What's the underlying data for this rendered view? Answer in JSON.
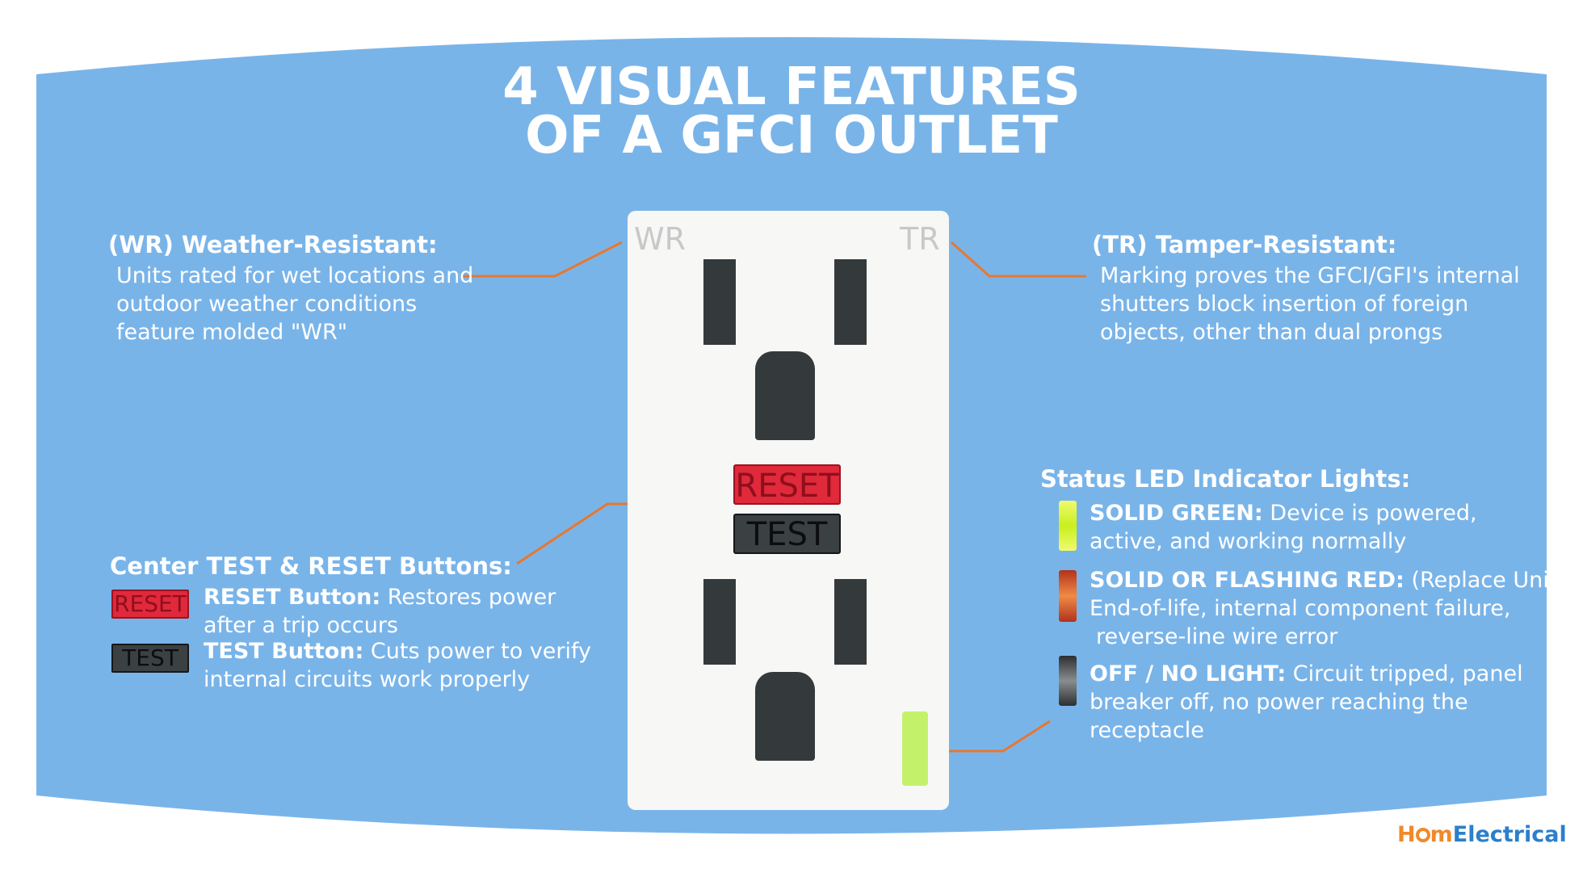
{
  "title": {
    "line1": "4 VISUAL FEATURES",
    "line2": "OF A GFCI OUTLET"
  },
  "weather_resistant": {
    "heading": "(WR) Weather-Resistant:",
    "lines": [
      "Units rated for wet locations and",
      "outdoor weather conditions",
      "feature molded \"WR\""
    ]
  },
  "tamper_resistant": {
    "heading": "(TR) Tamper-Resistant:",
    "lines": [
      "Marking proves the GFCI/GFI's internal",
      "shutters block insertion of foreign",
      "objects, other than dual prongs"
    ]
  },
  "buttons_section": {
    "heading": "Center TEST & RESET Buttons:",
    "reset_badge": "RESET",
    "reset_label": "RESET Button:",
    "reset_desc_1": "Restores power",
    "reset_desc_2": "after a trip occurs",
    "test_badge": "TEST",
    "test_label": "TEST Button:",
    "test_desc_1": "Cuts power to verify",
    "test_desc_2": "internal circuits work properly"
  },
  "outlet": {
    "wr_mark": "WR",
    "tr_mark": "TR",
    "reset_button": "RESET",
    "test_button": "TEST",
    "led_color": "#c3f26a"
  },
  "led_section": {
    "heading": "Status LED Indicator Lights:",
    "green": {
      "label": "SOLID GREEN:",
      "desc_1": "Device is powered,",
      "desc_2": "active, and working normally",
      "color": "#d8f53a"
    },
    "red": {
      "label": "SOLID OR FLASHING RED:",
      "note": "(Replace Unit)",
      "desc_1": "End-of-life, internal component failure,",
      "desc_2": "reverse-line wire error",
      "color": "#e2562a"
    },
    "off": {
      "label": "OFF / NO LIGHT:",
      "desc_1": "Circuit tripped, panel",
      "desc_2": "breaker off, no power reaching the",
      "desc_3": "receptacle",
      "color": "#3e4042"
    }
  },
  "logo": {
    "part1": "H",
    "part2": "m",
    "part3": "Electrical"
  },
  "colors": {
    "background_band": "#79b4e9",
    "accent_line": "#e8772e",
    "plate": "#f7f7f5",
    "slot": "#343a3c",
    "logo_orange": "#ef8a2a",
    "logo_blue": "#2c7fcb"
  }
}
